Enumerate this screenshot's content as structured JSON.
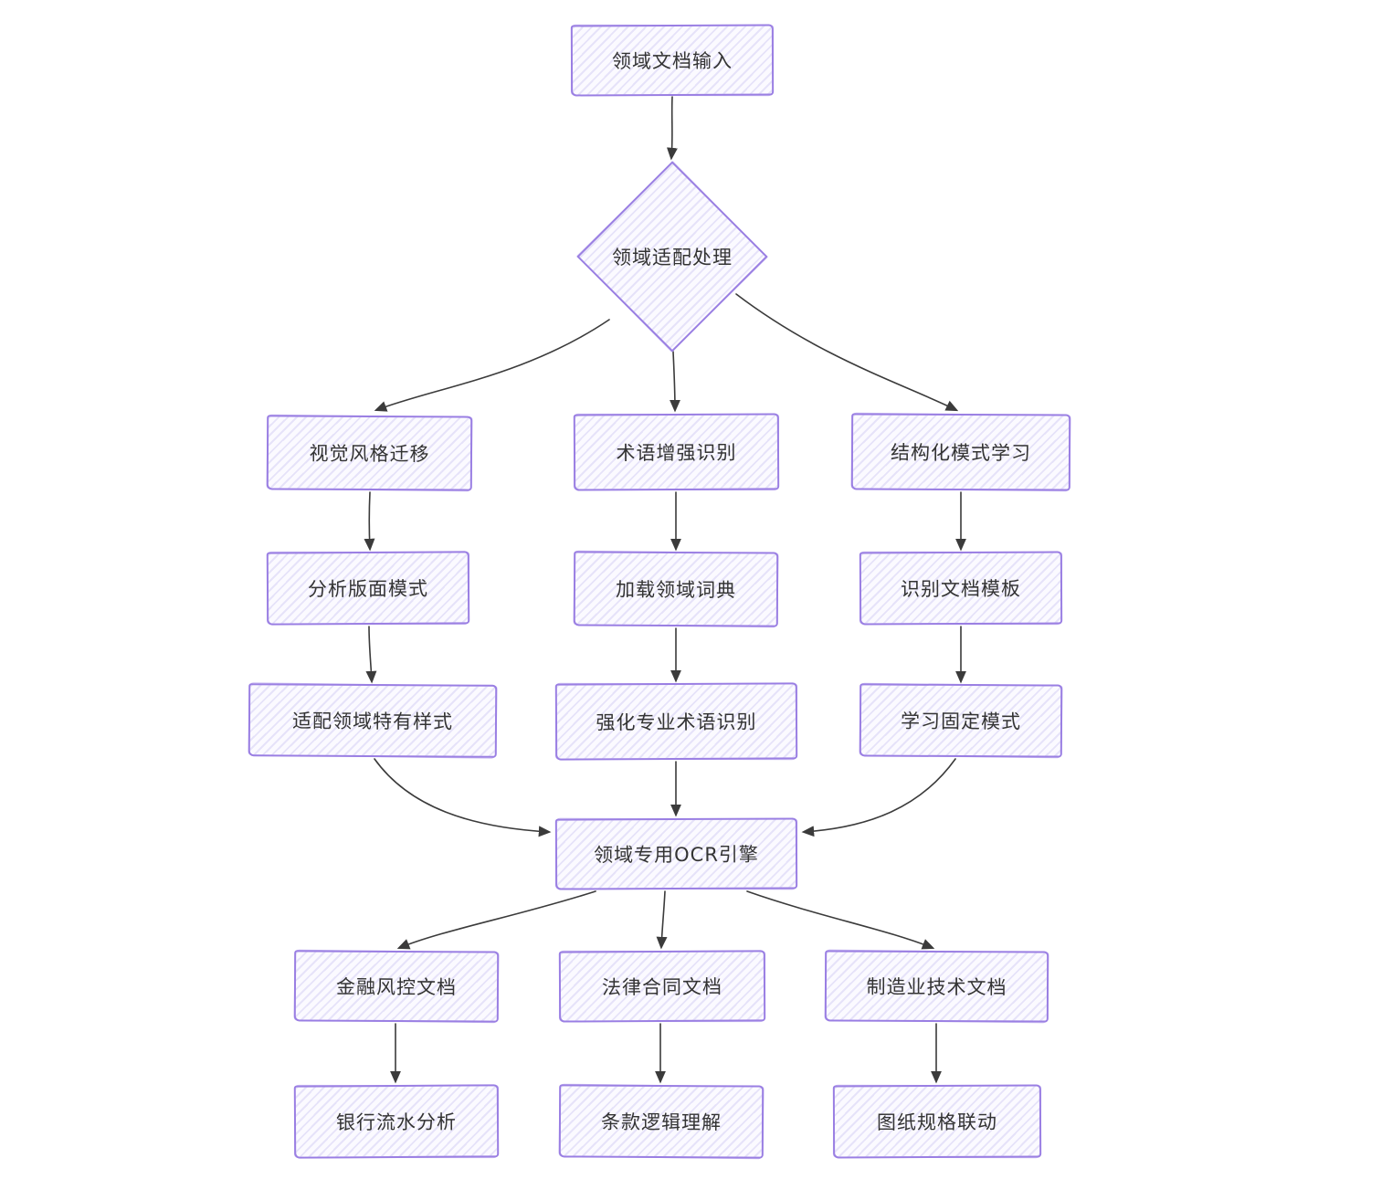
{
  "diagram_type": "flowchart",
  "colors": {
    "node_border": "#9b80e2",
    "node_fill": "#fbfaff",
    "node_hatch": "#9486e2",
    "edge_stroke": "#3b3b3b",
    "text": "#333333",
    "background": "#ffffff"
  },
  "nodes": {
    "input": {
      "label": "领域文档输入",
      "shape": "rect"
    },
    "adapt": {
      "label": "领域适配处理",
      "shape": "diamond"
    },
    "visual": {
      "label": "视觉风格迁移",
      "shape": "rect"
    },
    "terminology": {
      "label": "术语增强识别",
      "shape": "rect"
    },
    "structured": {
      "label": "结构化模式学习",
      "shape": "rect"
    },
    "layout": {
      "label": "分析版面模式",
      "shape": "rect"
    },
    "dictionary": {
      "label": "加载领域词典",
      "shape": "rect"
    },
    "template": {
      "label": "识别文档模板",
      "shape": "rect"
    },
    "styleAdapt": {
      "label": "适配领域特有样式",
      "shape": "rect"
    },
    "termStrength": {
      "label": "强化专业术语识别",
      "shape": "rect"
    },
    "fixedPattern": {
      "label": "学习固定模式",
      "shape": "rect"
    },
    "ocr": {
      "label": "领域专用OCR引擎",
      "shape": "rect"
    },
    "finance": {
      "label": "金融风控文档",
      "shape": "rect"
    },
    "legal": {
      "label": "法律合同文档",
      "shape": "rect"
    },
    "manufacturing": {
      "label": "制造业技术文档",
      "shape": "rect"
    },
    "bank": {
      "label": "银行流水分析",
      "shape": "rect"
    },
    "clause": {
      "label": "条款逻辑理解",
      "shape": "rect"
    },
    "drawing": {
      "label": "图纸规格联动",
      "shape": "rect"
    }
  },
  "edges": [
    {
      "from": "input",
      "to": "adapt"
    },
    {
      "from": "adapt",
      "to": "visual"
    },
    {
      "from": "adapt",
      "to": "terminology"
    },
    {
      "from": "adapt",
      "to": "structured"
    },
    {
      "from": "visual",
      "to": "layout"
    },
    {
      "from": "layout",
      "to": "styleAdapt"
    },
    {
      "from": "terminology",
      "to": "dictionary"
    },
    {
      "from": "dictionary",
      "to": "termStrength"
    },
    {
      "from": "structured",
      "to": "template"
    },
    {
      "from": "template",
      "to": "fixedPattern"
    },
    {
      "from": "styleAdapt",
      "to": "ocr"
    },
    {
      "from": "termStrength",
      "to": "ocr"
    },
    {
      "from": "fixedPattern",
      "to": "ocr"
    },
    {
      "from": "ocr",
      "to": "finance"
    },
    {
      "from": "ocr",
      "to": "legal"
    },
    {
      "from": "ocr",
      "to": "manufacturing"
    },
    {
      "from": "finance",
      "to": "bank"
    },
    {
      "from": "legal",
      "to": "clause"
    },
    {
      "from": "manufacturing",
      "to": "drawing"
    }
  ]
}
